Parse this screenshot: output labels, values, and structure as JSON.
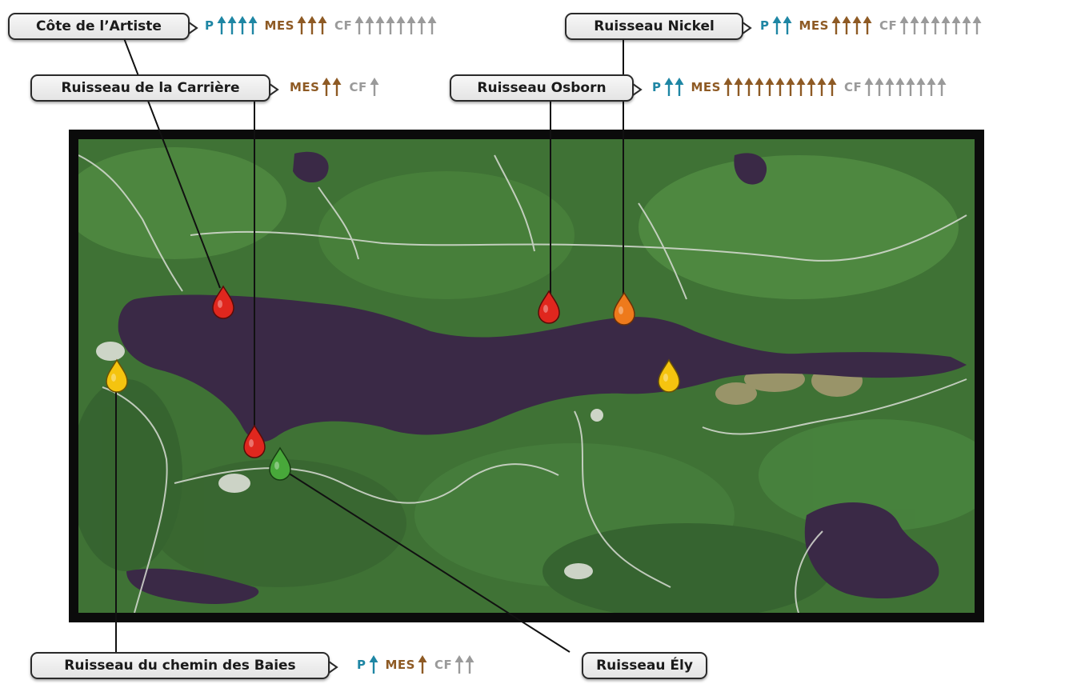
{
  "colors": {
    "P": "#1e86a4",
    "MES": "#8e5a24",
    "CF": "#9a9a9a",
    "pin_red": "#e0271e",
    "pin_orange": "#ee7a1c",
    "pin_yellow": "#f5c40f",
    "pin_green": "#48a83a",
    "lake": "#3a2946",
    "forest": "#3f7235"
  },
  "stations": [
    {
      "name": "Côte de l’Artiste",
      "indicators": [
        {
          "code": "P",
          "arrows": 4
        },
        {
          "code": "MES",
          "arrows": 3
        },
        {
          "code": "CF",
          "arrows": 8
        }
      ]
    },
    {
      "name": "Ruisseau de la Carrière",
      "indicators": [
        {
          "code": "MES",
          "arrows": 2
        },
        {
          "code": "CF",
          "arrows": 1
        }
      ]
    },
    {
      "name": "Ruisseau Nickel",
      "indicators": [
        {
          "code": "P",
          "arrows": 2
        },
        {
          "code": "MES",
          "arrows": 4
        },
        {
          "code": "CF",
          "arrows": 8
        }
      ]
    },
    {
      "name": "Ruisseau Osborn",
      "indicators": [
        {
          "code": "P",
          "arrows": 2
        },
        {
          "code": "MES",
          "arrows": 11
        },
        {
          "code": "CF",
          "arrows": 8
        }
      ]
    },
    {
      "name": "Ruisseau du chemin des Baies",
      "indicators": [
        {
          "code": "P",
          "arrows": 1
        },
        {
          "code": "MES",
          "arrows": 1
        },
        {
          "code": "CF",
          "arrows": 2
        }
      ]
    },
    {
      "name": "Ruisseau Ély",
      "indicators": []
    }
  ]
}
